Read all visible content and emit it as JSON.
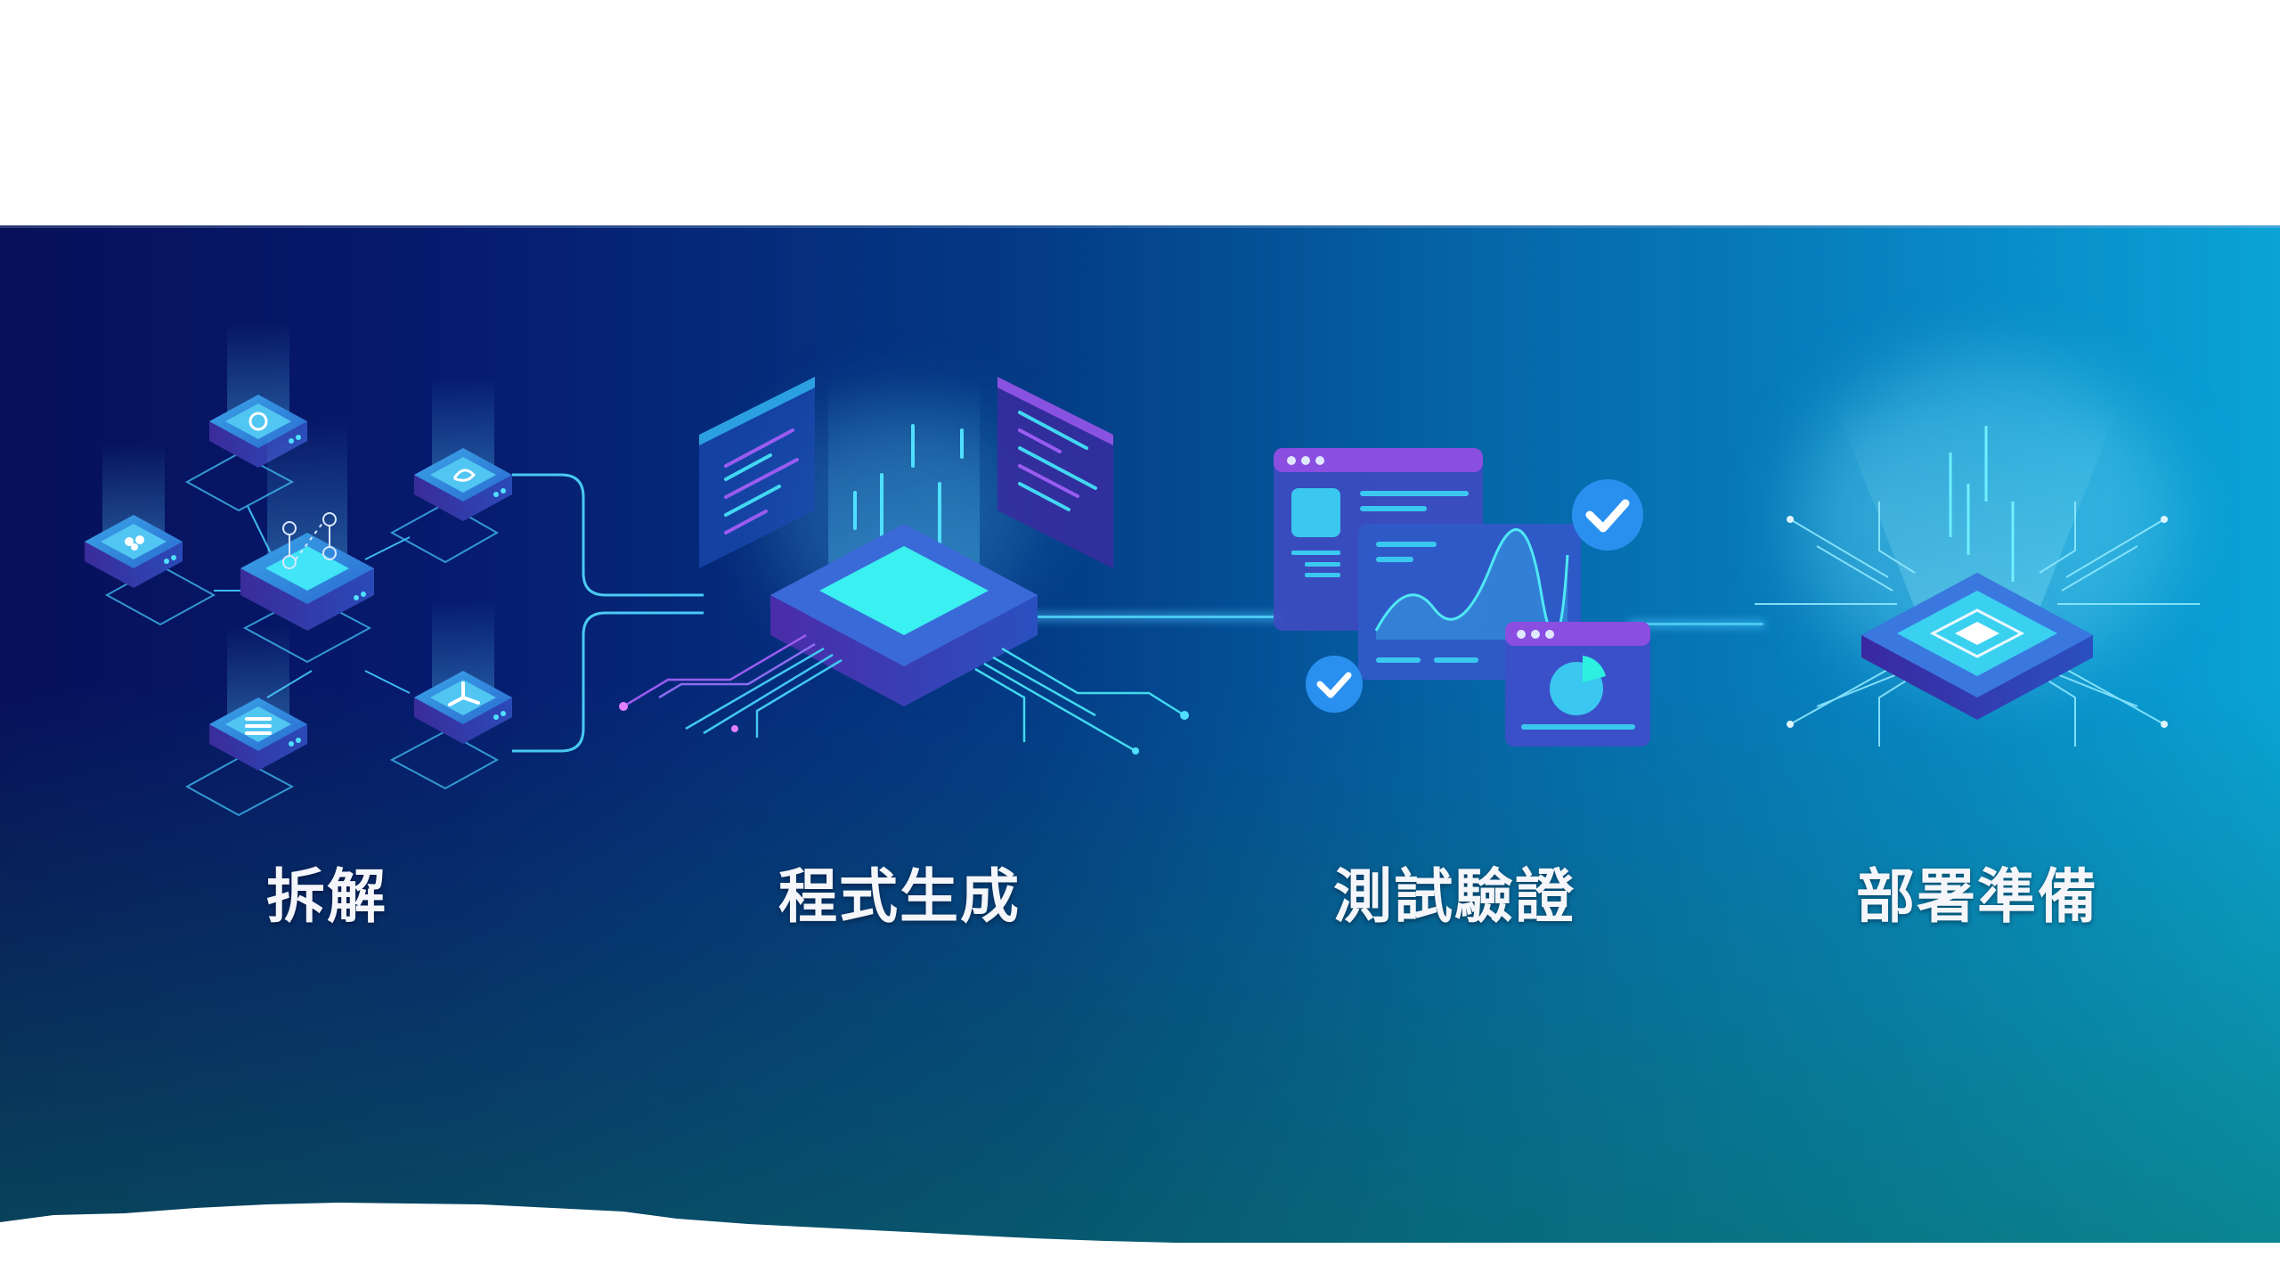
{
  "banner": {
    "colors": {
      "left": "#07105a",
      "top_right": "#0aa3d6",
      "bottom_left": "#0a4a40",
      "bottom_right": "#0e8a82",
      "accent_cyan": "#49d8f5",
      "accent_purple": "#7a4fd8",
      "label": "#f4f6fa"
    },
    "steps": [
      {
        "label": "拆解",
        "illustration": "decomposition-network-icon"
      },
      {
        "label": "程式生成",
        "illustration": "code-generation-chip-icon"
      },
      {
        "label": "測試驗證",
        "illustration": "testing-dashboard-icon"
      },
      {
        "label": "部署準備",
        "illustration": "deployment-chip-icon"
      }
    ]
  }
}
